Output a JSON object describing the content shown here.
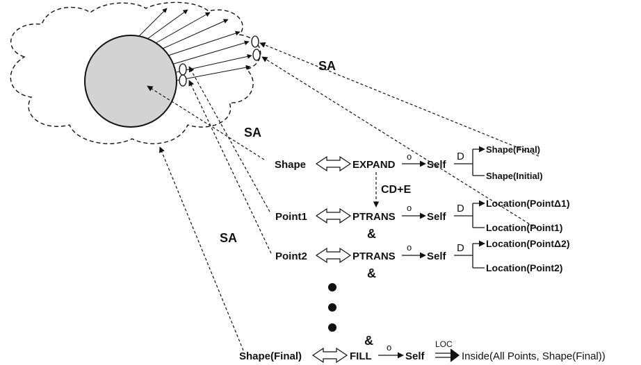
{
  "relations": {
    "sa_top": "SA",
    "sa_mid": "SA",
    "sa_left": "SA",
    "cd_e": "CD+E",
    "and_1": "&",
    "and_2": "&",
    "and_3": "&",
    "o_1": "o",
    "o_2": "o",
    "o_3": "o",
    "o_4": "o",
    "d_1": "D",
    "d_2": "D",
    "d_3": "D",
    "loc": "LOC"
  },
  "rows": {
    "shape": {
      "concept": "Shape",
      "act": "EXPAND",
      "self": "Self",
      "result_top": "Shape(Final)",
      "result_bottom": "Shape(Initial)"
    },
    "point1": {
      "concept": "Point1",
      "act": "PTRANS",
      "self": "Self",
      "result_top": "Location(PointΔ1)",
      "result_bottom": "Location(Point1)"
    },
    "point2": {
      "concept": "Point2",
      "act": "PTRANS",
      "self": "Self",
      "result_top": "Location(PointΔ2)",
      "result_bottom": "Location(Point2)"
    },
    "final": {
      "concept": "Shape(Final)",
      "act": "FILL",
      "self": "Self",
      "result": "Inside(All Points, Shape(Final))"
    }
  },
  "colors": {
    "circle_fill": "#d3d3d3",
    "stroke": "#111111"
  }
}
